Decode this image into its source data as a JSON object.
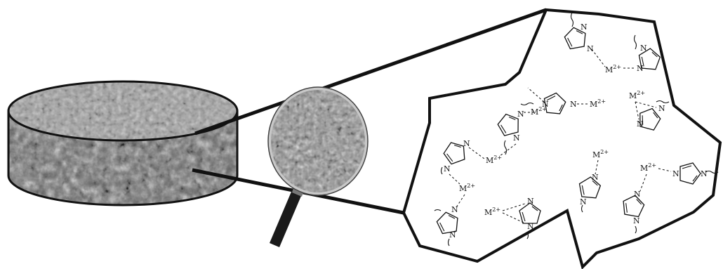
{
  "metal_label": "M",
  "metal_charge": "2+",
  "atom_label": "N",
  "colors": {
    "line": "#111111",
    "texture_light": "#a9a9a9",
    "texture_dark": "#555555",
    "background": "#ffffff"
  },
  "icons": [
    "porous-monolith-disk",
    "magnifying-glass",
    "imidazole-ring",
    "polymer-network"
  ]
}
